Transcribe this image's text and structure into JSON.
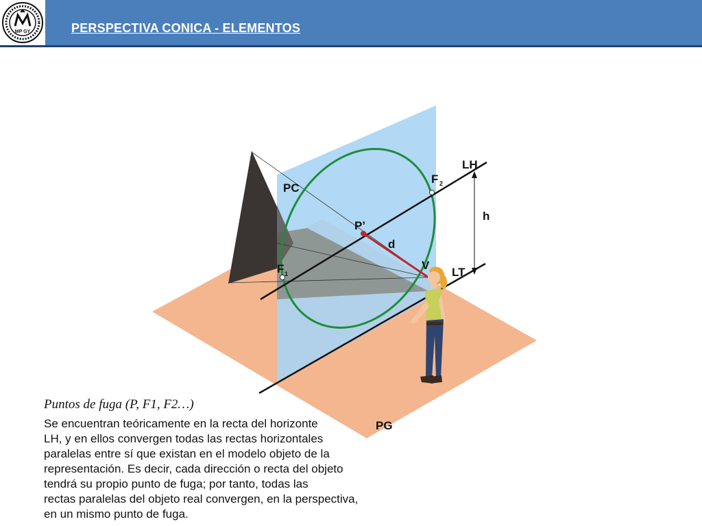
{
  "header": {
    "title": "PERSPECTIVA CONICA - ELEMENTOS",
    "logo_text": "MP GY"
  },
  "diagram": {
    "labels": {
      "lh": "LH",
      "f2": "F",
      "f2_sub": "2",
      "pc": "PC",
      "h": "h",
      "p_prime": "P’",
      "d": "d",
      "f1": "F",
      "f1_sub": "1",
      "v": "V",
      "lt": "LT",
      "pg": "PG"
    },
    "colors": {
      "ground_plane": "#f4b68f",
      "picture_plane": "#a8d4f3",
      "ellipse": "#1e8c3c",
      "distance_line": "#c0272d",
      "pyramid_dark": "#3a3533",
      "pyramid_shadow": "#8a8d86"
    }
  },
  "text": {
    "heading": "Puntos de fuga (P, F1, F2…)",
    "lines": [
      "Se encuentran teóricamente en la recta del horizonte",
      "LH, y en ellos convergen todas las rectas horizontales",
      "paralelas entre sí que existan en el modelo objeto de la",
      "representación. Es decir, cada dirección o recta del objeto",
      "tendrá su propio punto de fuga; por tanto, todas las",
      "rectas paralelas del objeto real convergen, en la perspectiva,",
      "en un mismo punto de fuga."
    ]
  }
}
